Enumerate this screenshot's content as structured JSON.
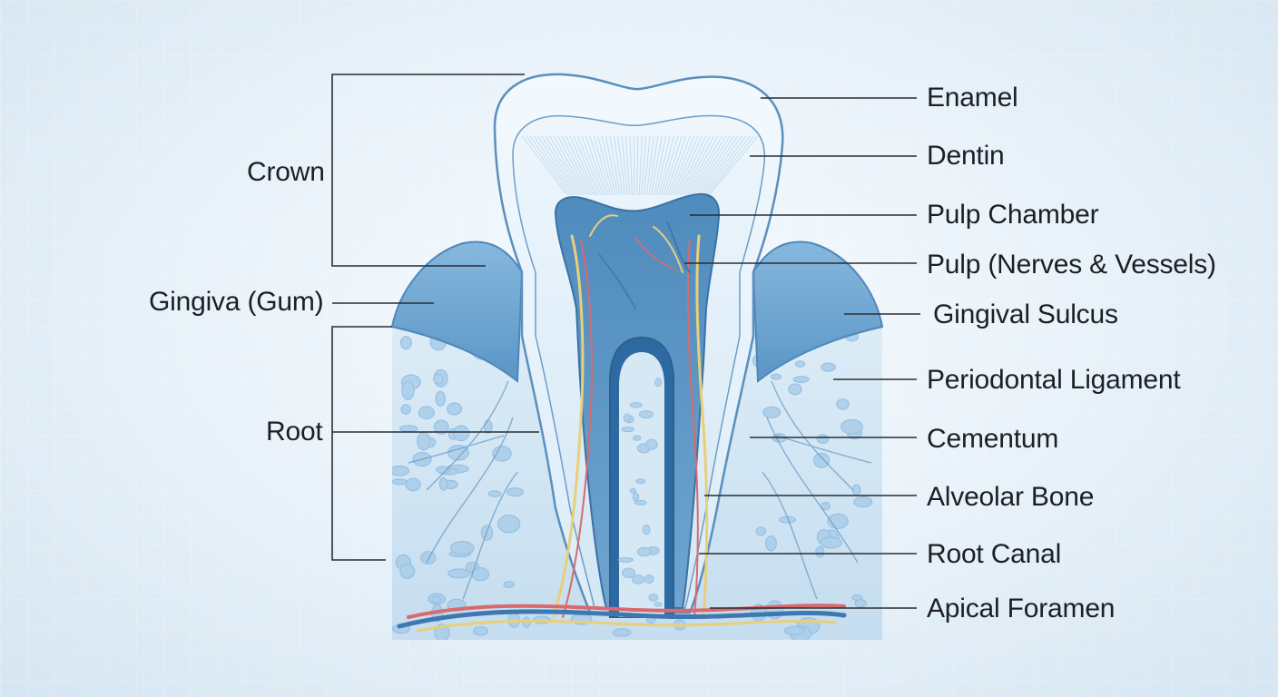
{
  "labels": {
    "crown": "Crown",
    "gingiva": "Gingiva (Gum)",
    "root": "Root",
    "enamel": "Enamel",
    "dentin": "Dentin",
    "pulp_chamber": "Pulp Chamber",
    "pulp": "Pulp (Nerves & Vessels)",
    "gingival_sulcus": "Gingival Sulcus",
    "periodontal_ligament": "Periodontal Ligament",
    "cementum": "Cementum",
    "alveolar_bone": "Alveolar Bone",
    "root_canal": "Root Canal",
    "apical_foramen": "Apical Foramen"
  },
  "colors": {
    "enamel": "#e6f2fb",
    "dentin": "#d7e9f6",
    "pulp": "#5f97c5",
    "gum": "#6ea6d4",
    "bone": "#cfe3f2",
    "bone_pore": "#9cc6e6",
    "nerve": "#e8cf7a",
    "artery": "#d86a6e",
    "vein": "#3f78b0",
    "leader_line": "#2a2d33"
  }
}
